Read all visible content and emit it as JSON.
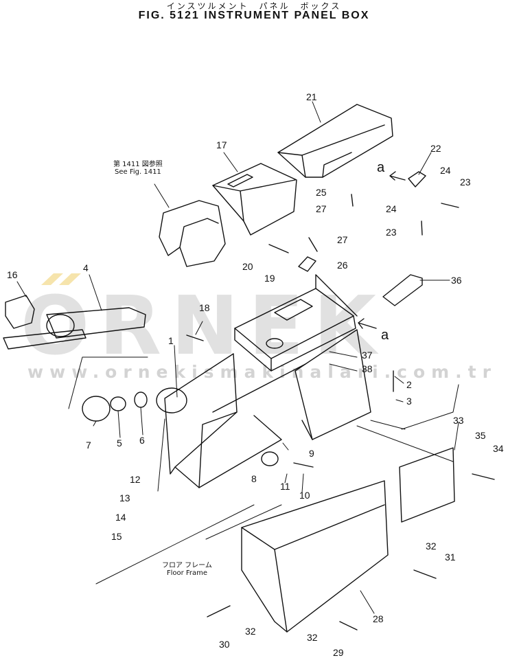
{
  "title": {
    "japanese": "インスツルメント　パネル　ボックス",
    "english": "FIG. 5121  INSTRUMENT  PANEL  BOX"
  },
  "watermark": {
    "main": "ORNEK",
    "sub": "www.ornekismakinalari.com.tr"
  },
  "view_labels": [
    "a",
    "a"
  ],
  "notes": {
    "see_fig_jp": "第 1411 図参照",
    "see_fig_en": "See Fig. 1411",
    "floor_frame_jp": "フロア フレーム",
    "floor_frame_en": "Floor Frame"
  },
  "callouts": [
    "21",
    "17",
    "22",
    "24",
    "23",
    "25",
    "27",
    "24",
    "23",
    "27",
    "20",
    "26",
    "19",
    "16",
    "4",
    "36",
    "18",
    "1",
    "37",
    "38",
    "2",
    "3",
    "7",
    "5",
    "6",
    "33",
    "35",
    "34",
    "9",
    "8",
    "11",
    "12",
    "10",
    "13",
    "14",
    "15",
    "32",
    "31",
    "28",
    "32",
    "30",
    "32",
    "29"
  ]
}
